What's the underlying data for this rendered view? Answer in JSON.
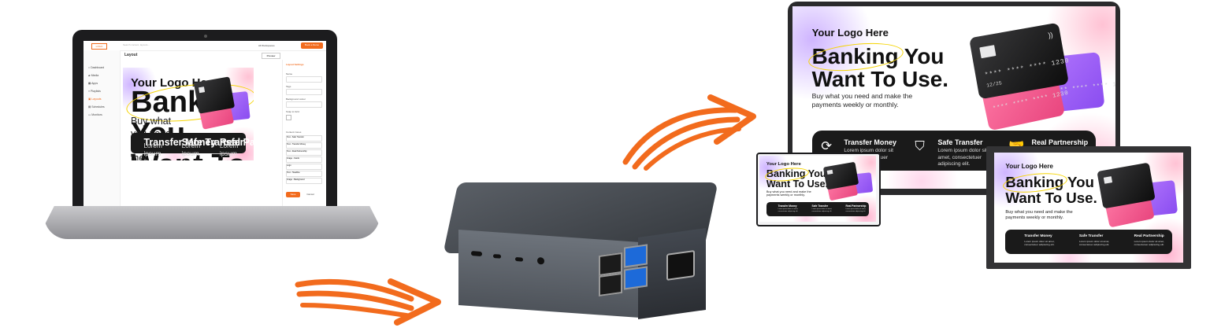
{
  "colors": {
    "accent": "#f26b1d",
    "highlight": "#f5d400",
    "banner_dark": "#1a1a1a"
  },
  "laptop_app": {
    "logo": "LOGO",
    "search_placeholder": "Search content, layouts…",
    "workspace": "All Workspaces",
    "top_button": "Book a Demo",
    "page_title": "Layout",
    "preview_label": "Preview",
    "sidebar": [
      {
        "label": "Dashboard",
        "icon": "home-icon"
      },
      {
        "label": "Media",
        "icon": "folder-icon"
      },
      {
        "label": "Apps",
        "icon": "grid-icon"
      },
      {
        "label": "Playlists",
        "icon": "list-icon"
      },
      {
        "label": "Layouts",
        "icon": "layout-icon",
        "active": true
      },
      {
        "label": "Schedules",
        "icon": "calendar-icon"
      },
      {
        "label": "Monitors",
        "icon": "monitor-icon"
      }
    ],
    "settings": {
      "title": "Layout Settings",
      "fields": [
        "Name",
        "Tags",
        "Background colour",
        "Snap to Grid"
      ],
      "zones_title": "Content zones",
      "zones": [
        "Text - Safe Transfer",
        "Text - Transfer Money",
        "Text - Real Partnership",
        "Image - Cards",
        "Logo",
        "Text - Headline",
        "Image - Background"
      ],
      "save_label": "Save",
      "cancel_label": "Cancel"
    }
  },
  "banner": {
    "logo": "Your Logo Here",
    "headline_highlight": "Banking",
    "headline_rest_line1": " You",
    "headline_line2": "Want To Use.",
    "subtitle": "Buy what you need and make the payments weekly or monthly.",
    "features": [
      {
        "title": "Transfer Money",
        "desc": "Lorem ipsum dolor sit amet, consectetuer adipiscing elit.",
        "icon": "coin-transfer-icon",
        "glyph": "⟳"
      },
      {
        "title": "Safe Transfer",
        "desc": "Lorem ipsum dolor sit amet, consectetuer adipiscing elit.",
        "icon": "shield-hand-icon",
        "glyph": "⛉"
      },
      {
        "title": "Real Partnership",
        "desc": "Lorem ipsum dolor sit amet, consectetuer adipiscing elit.",
        "icon": "handshake-icon",
        "glyph": "🤝"
      }
    ],
    "card_number": "**** **** **** 1230",
    "card_expiry": "12/25",
    "wifi_glyph": "))"
  }
}
